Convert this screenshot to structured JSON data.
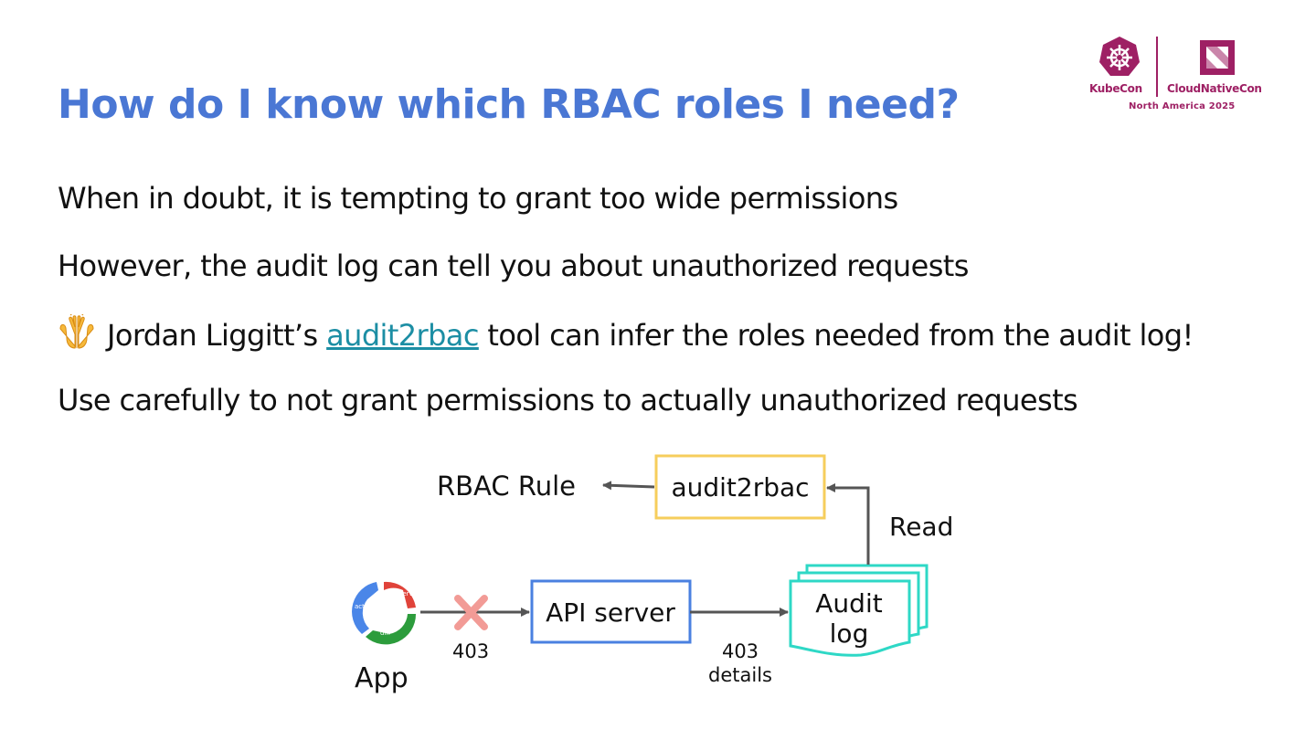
{
  "slide": {
    "title": "How do I know which RBAC roles I need?",
    "bullets": {
      "b1": "When in doubt, it is tempting to grant too wide permissions",
      "b2": "However, the audit log can tell you about unauthorized requests",
      "b3": {
        "emoji_icon": "raising-hands-icon",
        "prefix": "Jordan Liggitt’s ",
        "link_text": "audit2rbac",
        "suffix": " tool can infer the roles needed from the audit log!"
      },
      "b4": "Use carefully to not grant permissions to actually unauthorized requests"
    }
  },
  "logo": {
    "kubecon": "KubeCon",
    "cloudnativecon": "CloudNativeCon",
    "region": "North America 2025",
    "color": "#9e2064"
  },
  "diagram": {
    "rbac_rule": "RBAC Rule",
    "audit2rbac_box": "audit2rbac",
    "read_label": "Read",
    "api_server_box": "API server",
    "audit_log_line1": "Audit",
    "audit_log_line2": "log",
    "app_label": "App",
    "cycle_labels": {
      "observe": "observe",
      "act": "act",
      "diff": "diff"
    },
    "code_403": "403",
    "details_line1": "403",
    "details_line2": "details",
    "colors": {
      "audit2rbac_border": "#f6ce5c",
      "api_server_border": "#4a80e0",
      "audit_log_border": "#2ed8c6",
      "blocked_x": "#f29b96",
      "arrow": "#555555"
    }
  }
}
